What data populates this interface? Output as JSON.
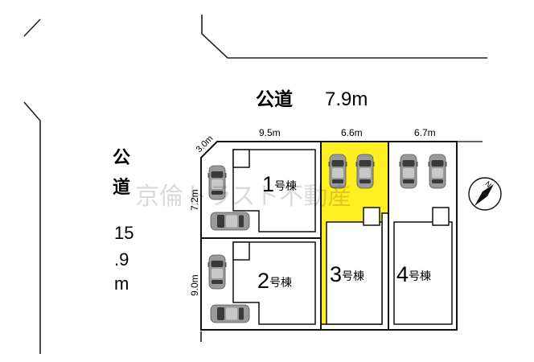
{
  "roads": {
    "north": {
      "name": "公道",
      "width": "7.9m"
    },
    "west": {
      "name_chars": [
        "公",
        "道"
      ],
      "width_chars": [
        "15",
        ".9",
        "m"
      ]
    }
  },
  "dimensions": {
    "corner_cut": "3.0m",
    "top_lot1": "9.5m",
    "top_lot3": "6.6m",
    "top_lot4": "6.7m",
    "side_lot1": "7.2m",
    "side_lot2": "9.0m"
  },
  "lots": [
    {
      "num": "1",
      "suffix": "号棟",
      "highlighted": false
    },
    {
      "num": "2",
      "suffix": "号棟",
      "highlighted": false
    },
    {
      "num": "3",
      "suffix": "号棟",
      "highlighted": true
    },
    {
      "num": "4",
      "suffix": "号棟",
      "highlighted": false
    }
  ],
  "compass": {
    "label": "N"
  },
  "watermark": "京倫トラスト不動産",
  "colors": {
    "highlight": "#ffee22",
    "line": "#111111",
    "car_body": "#9a9a9a",
    "car_glass": "#3a3a3a"
  }
}
